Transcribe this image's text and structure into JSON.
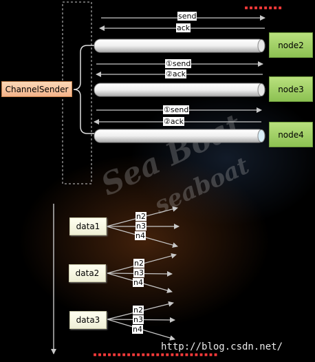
{
  "sender": "ChannelSender",
  "nodes": [
    "node2",
    "node3",
    "node4"
  ],
  "messages": {
    "top_send": "send",
    "top_ack": "ack",
    "node3_send": "①send",
    "node3_ack": "②ack",
    "node4_send": "①send",
    "node4_ack": "②ack"
  },
  "data_blocks": [
    {
      "label": "data1",
      "targets": [
        "n2",
        "n3",
        "n4"
      ]
    },
    {
      "label": "data2",
      "targets": [
        "n2",
        "n3",
        "n4"
      ]
    },
    {
      "label": "data3",
      "targets": [
        "n2",
        "n3",
        "n4"
      ]
    }
  ],
  "watermark": {
    "logo": "Sea Boat",
    "sub": "seaboat"
  },
  "url_text": "http://blog.csdn.net/",
  "colors": {
    "node": "#8cc152",
    "sender": "#f4b38a",
    "data": "#efefd6",
    "arrow": "#c8c8c8"
  }
}
